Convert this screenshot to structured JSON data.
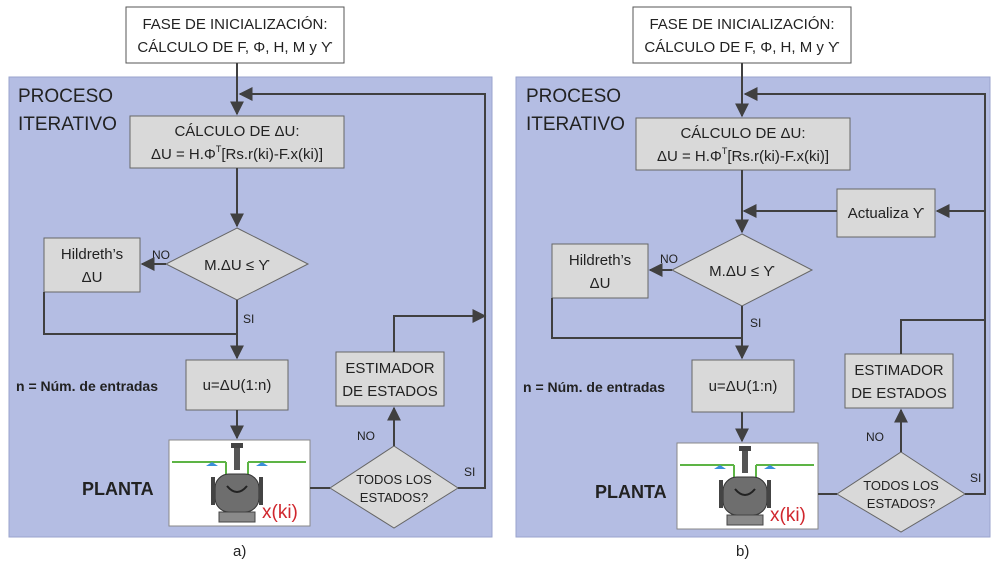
{
  "init_box": {
    "line1": "FASE DE INICIALIZACIÓN:",
    "line2": "CÁLCULO DE F, Φ, H, M y ϒ"
  },
  "process_label": {
    "line1": "PROCESO",
    "line2": "ITERATIVO"
  },
  "delta_box": {
    "line1": "CÁLCULO DE ΔU:",
    "formula_pre": "ΔU = H.Φ",
    "formula_sup": "T",
    "formula_post": "[Rs.r(ki)-F.x(ki)]"
  },
  "decision_constraint": "M.ΔU ≤ ϒ",
  "hildreth_box": {
    "line1": "Hildreth’s",
    "line2": "ΔU"
  },
  "no_label": "NO",
  "si_label": "SI",
  "u_box": "u=ΔU(1:n)",
  "n_note": "n = Núm. de entradas",
  "estimator_box": {
    "line1": "ESTIMADOR",
    "line2": "DE ESTADOS"
  },
  "all_states_decision": {
    "line1": "TODOS LOS",
    "line2": "ESTADOS?"
  },
  "plant_label": "PLANTA",
  "plant_output": "x(ki)",
  "update_box": "Actualiza ϒ",
  "captions": {
    "a": "a)",
    "b": "b)"
  },
  "colors": {
    "panel_fill": "#b4bde3",
    "box_fill": "#d9d9d9",
    "line": "#404040",
    "pipe": "#5db445",
    "output_text": "#d0262d"
  }
}
